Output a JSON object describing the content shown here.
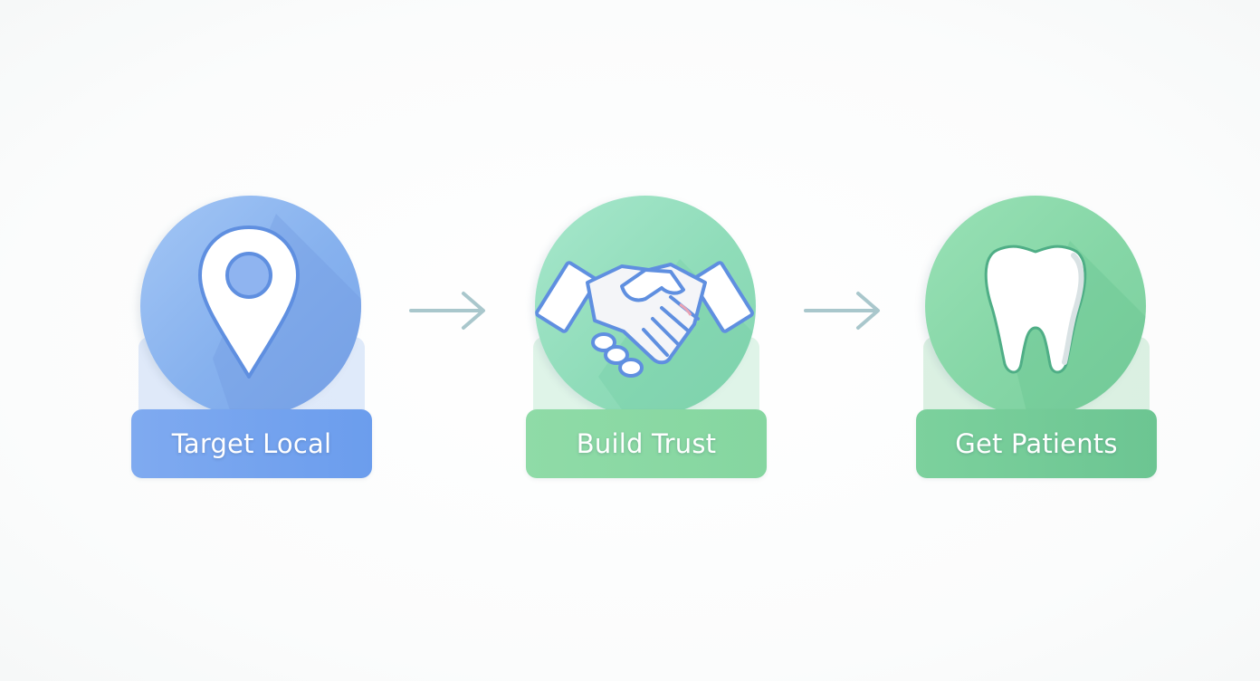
{
  "steps": [
    {
      "label": "Target Local",
      "icon": "map-pin-icon",
      "color": "#6b9ded"
    },
    {
      "label": "Build Trust",
      "icon": "handshake-icon",
      "color": "#85d6a0"
    },
    {
      "label": "Get Patients",
      "icon": "tooth-icon",
      "color": "#6cc592"
    }
  ],
  "connectors": [
    {
      "icon": "arrow-right-icon",
      "color": "#a9c7cc"
    },
    {
      "icon": "arrow-right-icon",
      "color": "#a9c7cc"
    }
  ]
}
